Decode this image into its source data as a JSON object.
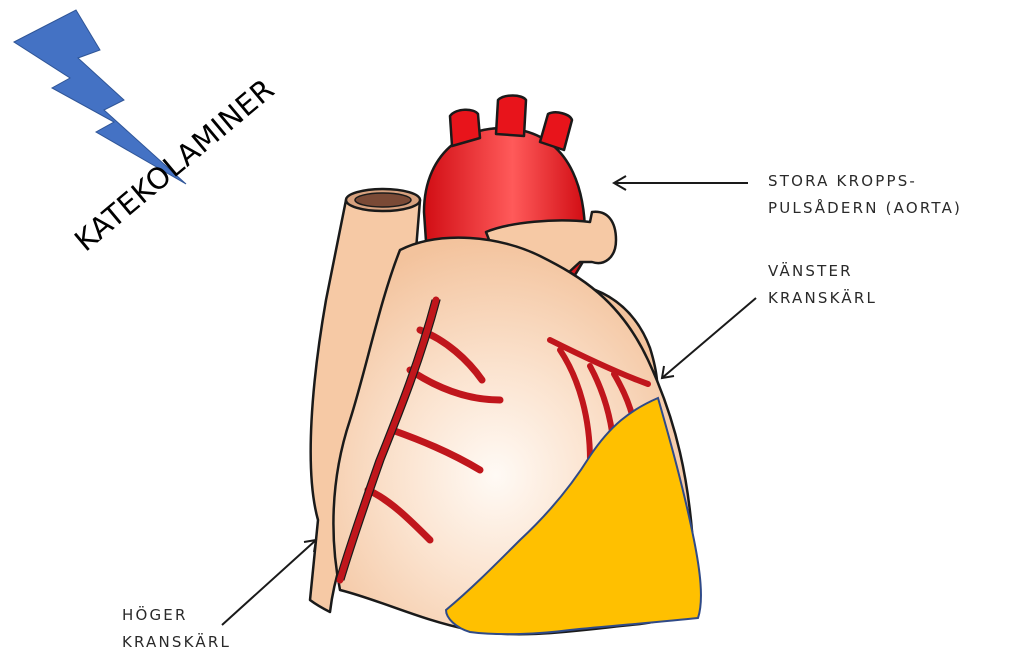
{
  "labels": {
    "aorta_line1": "STORA KROPPS-",
    "aorta_line2": "PULSÅDERN (AORTA)",
    "left_coronary_line1": "VÄNSTER",
    "left_coronary_line2": "KRANSKÄRL",
    "right_coronary_line1": "HÖGER",
    "right_coronary_line2": "KRANSKÄRL"
  },
  "annotation": {
    "text": "KATEKOLAMINER"
  },
  "colors": {
    "lightning_bolt": "#4472c4",
    "aorta_red": "#e8141b",
    "vessel_red": "#c0161c",
    "heart_tissue": "#f6c9a5",
    "affected_area": "#ffc000",
    "affected_area_outline": "#2f4a88",
    "outline": "#1a1a1a"
  },
  "icons": [
    "lightning-bolt-icon",
    "heart-illustration"
  ]
}
